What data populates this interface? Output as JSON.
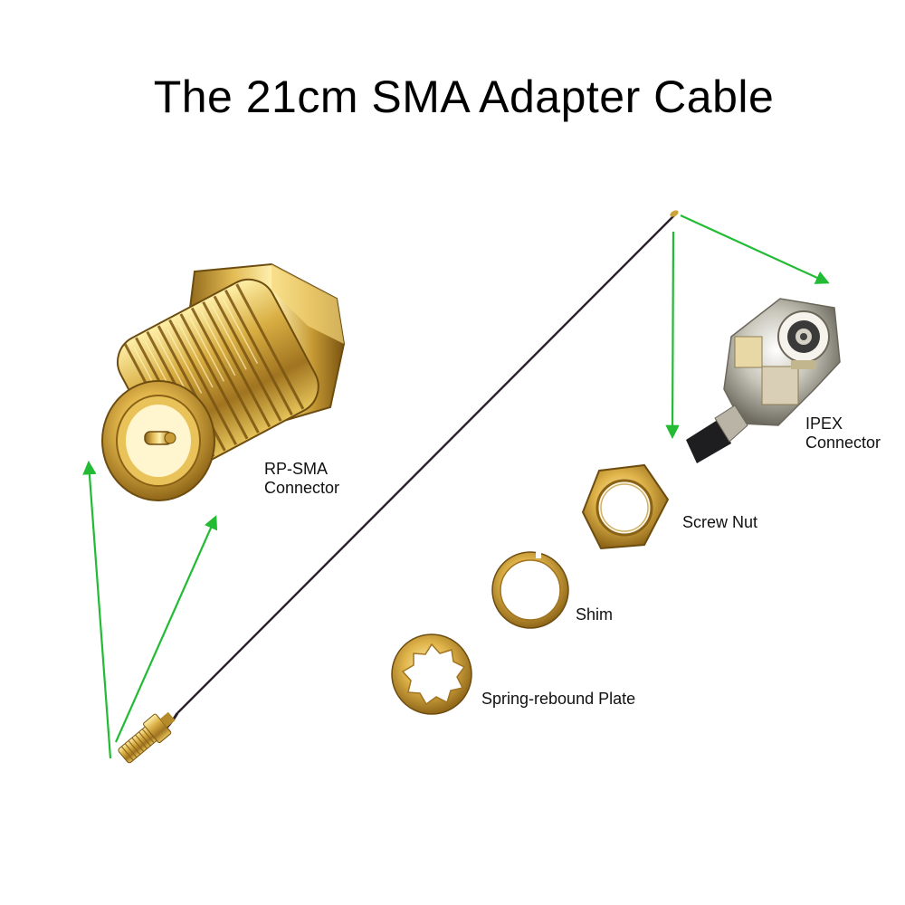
{
  "title": "The 21cm SMA Adapter Cable",
  "labels": {
    "rp_sma": [
      "RP-SMA",
      "Connector"
    ],
    "ipex": [
      "IPEX",
      "Connector"
    ],
    "screw_nut": "Screw Nut",
    "shim": "Shim",
    "spring_plate": "Spring-rebound Plate"
  },
  "colors": {
    "arrow": "#22bb33",
    "gold": "#c9a23a",
    "cable": "#2a1f2a"
  },
  "icons": [
    "rp-sma-connector",
    "ipex-connector",
    "screw-nut",
    "shim-washer",
    "spring-rebound-plate",
    "coax-cable",
    "pointer-arrows"
  ]
}
